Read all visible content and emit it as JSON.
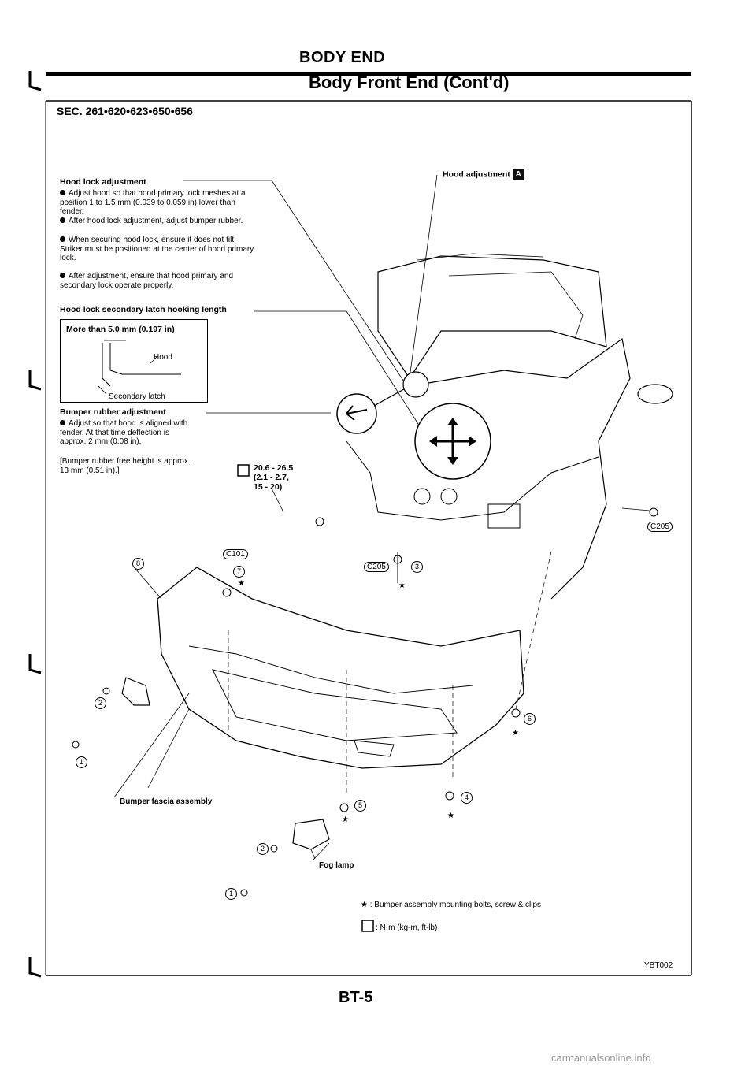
{
  "header": {
    "section": "BODY END",
    "title": "Body Front End (Cont'd)"
  },
  "sec_ref": "SEC. 261•620•623•650•656",
  "hood_lock": {
    "title": "Hood lock adjustment",
    "bullets": [
      "Adjust hood so that hood primary lock meshes at a position 1 to 1.5 mm (0.039 to 0.059 in) lower than fender.",
      "After hood lock adjustment, adjust bumper rubber.",
      "When securing hood lock, ensure it does not tilt. Striker must be positioned at the center of hood primary lock.",
      "After adjustment, ensure that hood primary and secondary lock operate properly."
    ],
    "latch_title": "Hood lock secondary latch hooking length",
    "box_title": "More than 5.0 mm (0.197 in)",
    "box_hood": "Hood",
    "box_secondary": "Secondary latch"
  },
  "bumper_rubber": {
    "title": "Bumper rubber adjustment",
    "bullet": "Adjust so that hood is aligned with fender. At that time deflection is approx. 2 mm (0.08 in).",
    "note": "[Bumper rubber free height is approx. 13 mm (0.51 in).]"
  },
  "hood_adjustment": {
    "label": "Hood adjustment",
    "badge": "A"
  },
  "torque": {
    "line1": "20.6 - 26.5",
    "line2": "(2.1 - 2.7,",
    "line3": "15 - 20)"
  },
  "connectors": {
    "c101": "C101",
    "c205a": "C205",
    "c205b": "C205"
  },
  "callouts": {
    "n1a": "1",
    "n1b": "1",
    "n2a": "2",
    "n2b": "2",
    "n3": "3",
    "n4": "4",
    "n5": "5",
    "n6": "6",
    "n7": "7",
    "n8": "8"
  },
  "parts": {
    "bumper_fascia": "Bumper fascia assembly",
    "fog_lamp": "Fog lamp"
  },
  "legend": {
    "star": "★ : Bumper assembly mounting bolts, screw & clips",
    "torque_unit": ": N·m (kg-m, ft-lb)"
  },
  "figure_code": "YBT002",
  "page_number": "BT-5",
  "watermark": "carmanualsonline.info"
}
